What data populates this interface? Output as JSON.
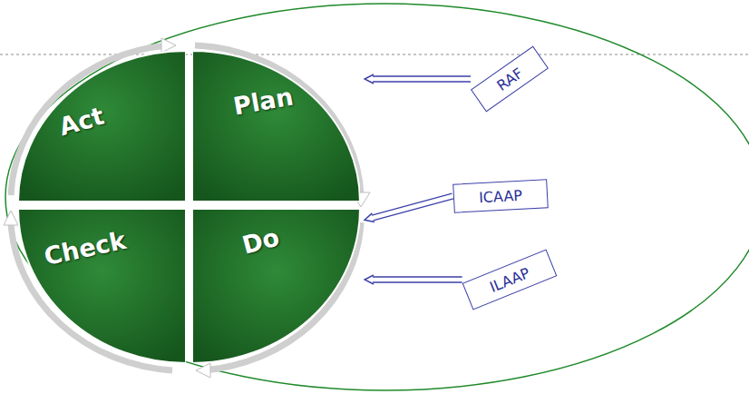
{
  "diagram": {
    "nodes": [
      {
        "text": [
          "Act"
        ]
      },
      {
        "text": [
          "Plan"
        ]
      },
      {
        "text": [
          "Check"
        ]
      },
      {
        "text": [
          "Do"
        ]
      },
      {
        "text": [
          "RAF"
        ]
      },
      {
        "text": [
          "ICAAP"
        ]
      },
      {
        "text": [
          "ILAAP"
        ]
      }
    ],
    "edges": [
      {
        "from": 4,
        "to": 1,
        "arrow": "to"
      },
      {
        "from": 5,
        "to": 3,
        "arrow": "to"
      },
      {
        "from": 6,
        "to": 3,
        "arrow": "to"
      }
    ]
  }
}
